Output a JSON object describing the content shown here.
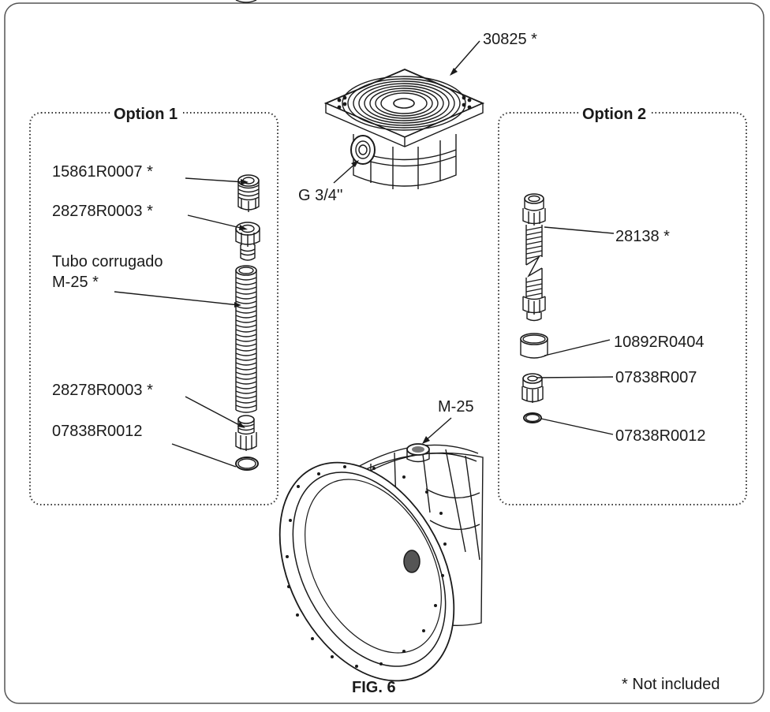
{
  "option1": {
    "title": "Option 1",
    "labels": {
      "part_a": "15861R0007 *",
      "part_b": "28278R0003 *",
      "tube_line1": "Tubo corrugado",
      "tube_line2": "M-25 *",
      "part_c": "28278R0003 *",
      "part_d": "07838R0012"
    }
  },
  "option2": {
    "title": "Option 2",
    "labels": {
      "hose": "28138 *",
      "sleeve": "10892R0404",
      "gland": "07838R007",
      "ring": "07838R0012"
    }
  },
  "top_box": {
    "code": "30825 *",
    "thread": "G 3/4''"
  },
  "niche": {
    "port": "M-25"
  },
  "caption": "FIG. 6",
  "footnote": "* Not included",
  "colors": {
    "line": "#1a1a1a",
    "frame": "#555555"
  }
}
